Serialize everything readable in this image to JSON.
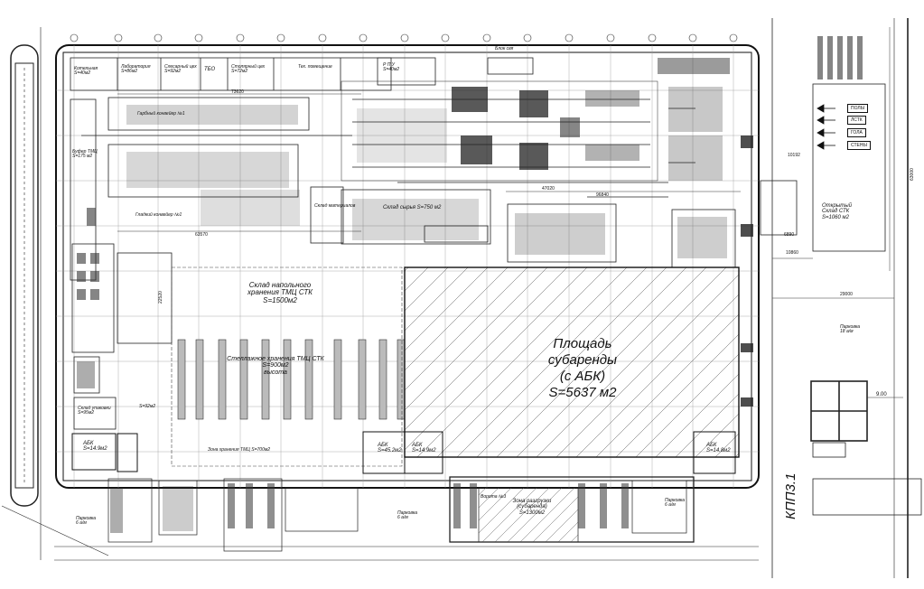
{
  "sublease": {
    "l1": "Площадь",
    "l2": "субаренды",
    "l3": "(с АБК)",
    "l4": "S=5637 м2"
  },
  "storage": {
    "l1": "Склад напольного",
    "l2": "хранения ТМЦ СТК",
    "l3": "S=1500м2",
    "rack_l1": "Стеллажное хранения ТМЦ СТК",
    "rack_l2": "S=900м2",
    "rack_l3": "высота"
  },
  "shops": {
    "lab": "Лаборатория",
    "lab_area": "S=86м2",
    "joiner": "Слесарный цех",
    "joiner_area": "S=92м2",
    "boiler": "Котельная",
    "boiler_area": "S=40м2",
    "tbo": "ТБО",
    "joiner2": "Столярный цех",
    "joiner2_area": "S=72м2",
    "tech": "Тех. помещение",
    "rpu": "Р П У",
    "rpu_area": "S=40м2"
  },
  "conveyors": {
    "c1": "Гарбный конвейер №1",
    "c2": "Гладкий конвейер №1",
    "raw": "Склад сырья",
    "raw_area": "S=750 м2",
    "material": "Склад материалов",
    "block": "Блок свя"
  },
  "buffer": {
    "l1": "Буфер ТМЦ",
    "l2": "S=175 м2"
  },
  "bays": {
    "abk_left": "АБК",
    "abk_left_area": "S=14.9м2",
    "abk_mid1": "АБК",
    "abk_mid1_area": "S=45.2м2",
    "abk_mid2": "АБК",
    "abk_mid2_area": "S=14.9м2",
    "abk_right": "АБК",
    "abk_right_area": "S=14.8м2",
    "loading_zone_l1": "Зона разгрузки",
    "loading_zone_l2": "(субаренда)",
    "loading_zone_l3": "S=1300м2",
    "storage_zone": "Зона хранения ТМЦ  S=700м2",
    "warehouse_packing": "Склад упаковки",
    "warehouse_packing_area": "S=95м2",
    "small_area": "S=92м2"
  },
  "right_wing": {
    "open_store_l1": "Открытый",
    "open_store_l2": "Склад СТК",
    "open_store_l3": "S=1060 м2",
    "kpp": "КПП3.1",
    "parking": "Парковка",
    "parking_val": "18 а/м",
    "floors": "ПОЛЫ",
    "walls": "СТЕНЫ",
    "lstk": "ЛСТК",
    "roof": "ГОЛА"
  },
  "dims": {
    "d1": "73620",
    "d2": "63570",
    "d3": "47020",
    "d4": "96840",
    "d5": "10192",
    "d6": "6890",
    "d7": "10860",
    "d8": "29000",
    "d9": "9.00",
    "d10": "63000",
    "d11": "22520"
  },
  "bottom": {
    "park1": "Парковка",
    "park1_val": "6 а/м",
    "park2": "Парковка",
    "park2_val": "6 а/м",
    "park3": "Парковка",
    "park3_val": "6 а/м",
    "gate": "Ворота №3"
  }
}
